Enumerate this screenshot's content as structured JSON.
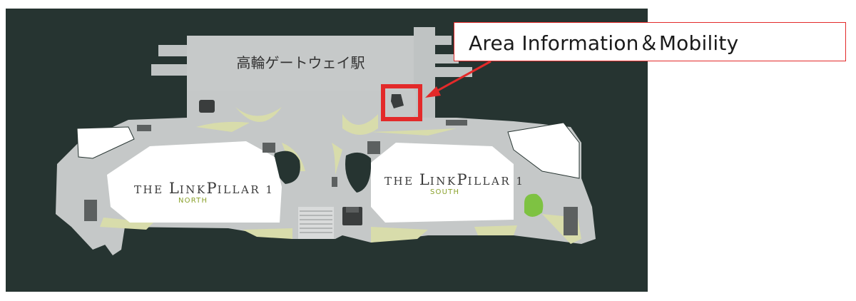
{
  "callout": {
    "text": "Area Information＆Mobility"
  },
  "station": {
    "name": "高輪ゲートウェイ駅"
  },
  "buildings": [
    {
      "title_prefix": "THE ",
      "title_l": "L",
      "title_mid": "INK",
      "title_p": "P",
      "title_end": "ILLAR 1",
      "subtitle": "NORTH"
    },
    {
      "title_prefix": "THE ",
      "title_l": "L",
      "title_mid": "INK",
      "title_p": "P",
      "title_end": "ILLAR 1",
      "subtitle": "SOUTH"
    }
  ],
  "colors": {
    "background": "#263431",
    "walkway": "#c5c8c8",
    "building": "#ffffff",
    "greenery": "#d8dcab",
    "park": "#7ec242",
    "highlight": "#e32a2a",
    "subtitle": "#8aa12b"
  },
  "icons": [
    "arrow-icon",
    "highlight-marker-icon"
  ]
}
